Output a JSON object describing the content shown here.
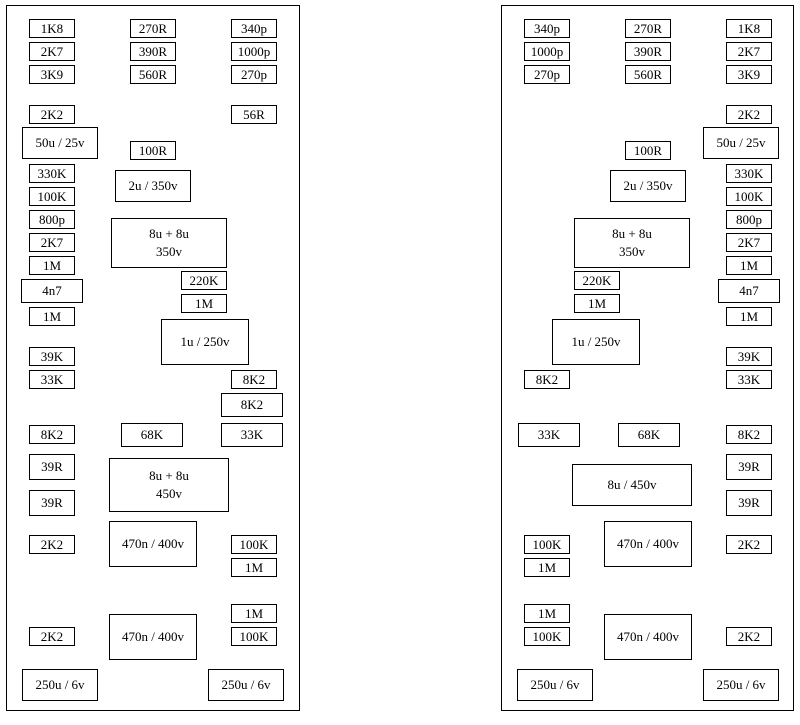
{
  "boards": [
    {
      "id": "left",
      "components": [
        {
          "lines": [
            "1K8"
          ]
        },
        {
          "lines": [
            "2K7"
          ]
        },
        {
          "lines": [
            "3K9"
          ]
        },
        {
          "lines": [
            "270R"
          ]
        },
        {
          "lines": [
            "390R"
          ]
        },
        {
          "lines": [
            "560R"
          ]
        },
        {
          "lines": [
            "340p"
          ]
        },
        {
          "lines": [
            "1000p"
          ]
        },
        {
          "lines": [
            "270p"
          ]
        },
        {
          "lines": [
            "2K2"
          ]
        },
        {
          "lines": [
            "56R"
          ]
        },
        {
          "lines": [
            "50u / 25v"
          ]
        },
        {
          "lines": [
            "100R"
          ]
        },
        {
          "lines": [
            "330K"
          ]
        },
        {
          "lines": [
            "2u / 350v"
          ]
        },
        {
          "lines": [
            "100K"
          ]
        },
        {
          "lines": [
            "800p"
          ]
        },
        {
          "lines": [
            "8u + 8u",
            "350v"
          ]
        },
        {
          "lines": [
            "2K7"
          ]
        },
        {
          "lines": [
            "1M"
          ]
        },
        {
          "lines": [
            "220K"
          ]
        },
        {
          "lines": [
            "4n7"
          ]
        },
        {
          "lines": [
            "1M"
          ]
        },
        {
          "lines": [
            "1M"
          ]
        },
        {
          "lines": [
            "1u / 250v"
          ]
        },
        {
          "lines": [
            "39K"
          ]
        },
        {
          "lines": [
            "33K"
          ]
        },
        {
          "lines": [
            "8K2"
          ]
        },
        {
          "lines": [
            "8K2"
          ]
        },
        {
          "lines": [
            "8K2"
          ]
        },
        {
          "lines": [
            "68K"
          ]
        },
        {
          "lines": [
            "33K"
          ]
        },
        {
          "lines": [
            "39R"
          ]
        },
        {
          "lines": [
            "8u + 8u",
            "450v"
          ]
        },
        {
          "lines": [
            "39R"
          ]
        },
        {
          "lines": [
            "2K2"
          ]
        },
        {
          "lines": [
            "470n / 400v"
          ]
        },
        {
          "lines": [
            "100K"
          ]
        },
        {
          "lines": [
            "1M"
          ]
        },
        {
          "lines": [
            "1M"
          ]
        },
        {
          "lines": [
            "2K2"
          ]
        },
        {
          "lines": [
            "470n / 400v"
          ]
        },
        {
          "lines": [
            "100K"
          ]
        },
        {
          "lines": [
            "250u / 6v"
          ]
        },
        {
          "lines": [
            "250u / 6v"
          ]
        }
      ]
    },
    {
      "id": "right",
      "components": [
        {
          "lines": [
            "340p"
          ]
        },
        {
          "lines": [
            "1000p"
          ]
        },
        {
          "lines": [
            "270p"
          ]
        },
        {
          "lines": [
            "270R"
          ]
        },
        {
          "lines": [
            "390R"
          ]
        },
        {
          "lines": [
            "560R"
          ]
        },
        {
          "lines": [
            "1K8"
          ]
        },
        {
          "lines": [
            "2K7"
          ]
        },
        {
          "lines": [
            "3K9"
          ]
        },
        {
          "lines": [
            "2K2"
          ]
        },
        {
          "lines": [
            "100R"
          ]
        },
        {
          "lines": [
            "50u / 25v"
          ]
        },
        {
          "lines": [
            "330K"
          ]
        },
        {
          "lines": [
            "2u / 350v"
          ]
        },
        {
          "lines": [
            "100K"
          ]
        },
        {
          "lines": [
            "800p"
          ]
        },
        {
          "lines": [
            "8u + 8u",
            "350v"
          ]
        },
        {
          "lines": [
            "2K7"
          ]
        },
        {
          "lines": [
            "220K"
          ]
        },
        {
          "lines": [
            "1M"
          ]
        },
        {
          "lines": [
            "4n7"
          ]
        },
        {
          "lines": [
            "1M"
          ]
        },
        {
          "lines": [
            "1M"
          ]
        },
        {
          "lines": [
            "1u / 250v"
          ]
        },
        {
          "lines": [
            "39K"
          ]
        },
        {
          "lines": [
            "8K2"
          ]
        },
        {
          "lines": [
            "33K"
          ]
        },
        {
          "lines": [
            "33K"
          ]
        },
        {
          "lines": [
            "68K"
          ]
        },
        {
          "lines": [
            "8K2"
          ]
        },
        {
          "lines": [
            "39R"
          ]
        },
        {
          "lines": [
            "8u / 450v"
          ]
        },
        {
          "lines": [
            "39R"
          ]
        },
        {
          "lines": [
            "100K"
          ]
        },
        {
          "lines": [
            "470n / 400v"
          ]
        },
        {
          "lines": [
            "2K2"
          ]
        },
        {
          "lines": [
            "1M"
          ]
        },
        {
          "lines": [
            "1M"
          ]
        },
        {
          "lines": [
            "100K"
          ]
        },
        {
          "lines": [
            "470n / 400v"
          ]
        },
        {
          "lines": [
            "2K2"
          ]
        },
        {
          "lines": [
            "250u / 6v"
          ]
        },
        {
          "lines": [
            "250u / 6v"
          ]
        }
      ]
    }
  ]
}
